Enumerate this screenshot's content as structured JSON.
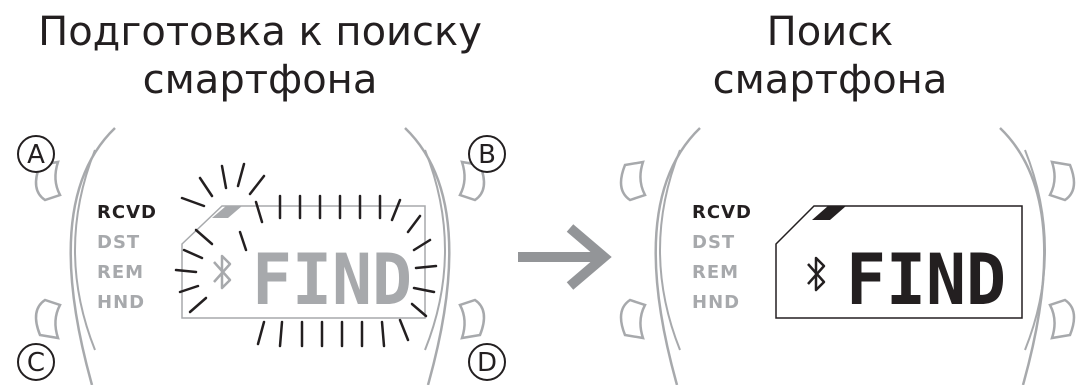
{
  "left_panel": {
    "title_line1": "Подготовка к поиску",
    "title_line2": "смартфона",
    "display_text": "FIND",
    "buttons": {
      "a": "A",
      "b": "B",
      "c": "C",
      "d": "D"
    },
    "modes": [
      "RCVD",
      "DST",
      "REM",
      "HND"
    ]
  },
  "right_panel": {
    "title_line1": "Поиск",
    "title_line2": "смартфона",
    "display_text": "FIND",
    "modes": [
      "RCVD",
      "DST",
      "REM",
      "HND"
    ]
  },
  "colors": {
    "ink": "#231f20",
    "watch_gray": "#a7a9ac",
    "arrow_gray": "#939598",
    "mode_dim": "#a7a9ac"
  },
  "icons": {
    "bluetooth": "bluetooth-icon",
    "arrow": "right-arrow-icon"
  }
}
